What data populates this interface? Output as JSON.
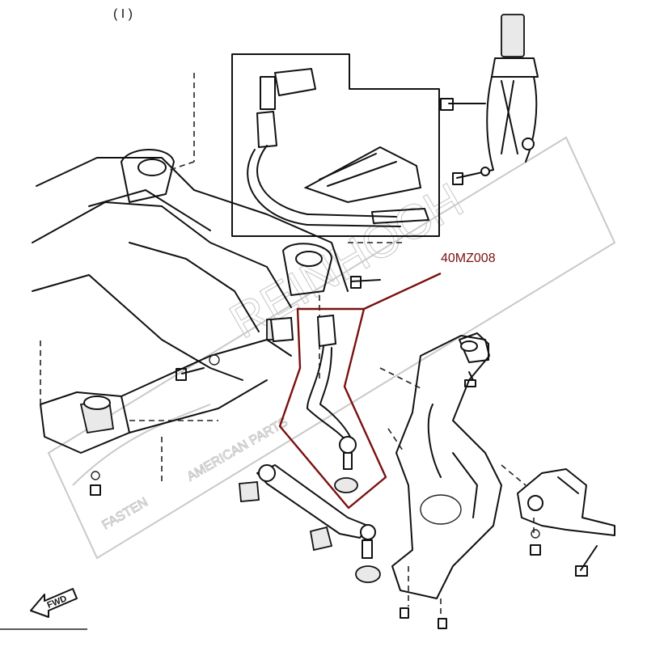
{
  "header_fragment": "( I )",
  "part_number": "40MZ008",
  "fwd_label": "FWD",
  "watermark": {
    "brand": "REINHOCH",
    "line1": "FASTEN",
    "line2": "AMERICAN PARTS"
  }
}
